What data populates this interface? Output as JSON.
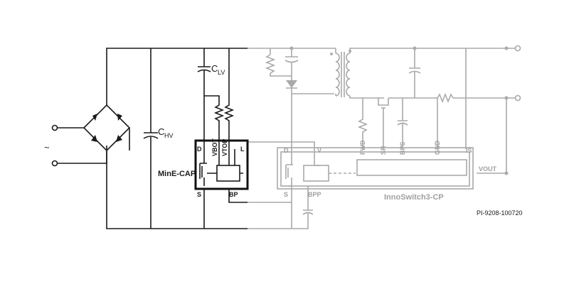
{
  "ac_input": {
    "symbol": "~"
  },
  "capacitors": {
    "chv": {
      "main": "C",
      "sub": "HV"
    },
    "clv": {
      "main": "C",
      "sub": "LV"
    }
  },
  "mine_cap": {
    "name": "MinE-CAP",
    "pins": {
      "d": "D",
      "vbot": "VBOT",
      "vtop": "VTOP",
      "l": "L",
      "s": "S",
      "bp": "BP"
    }
  },
  "innoswitch": {
    "name": "InnoSwitch3-CP",
    "pins": {
      "d": "D",
      "v": "V",
      "fwd": "FWD",
      "sr": "SR",
      "bps": "BPS",
      "gnd": "GND",
      "is": "IS",
      "vout": "VOUT",
      "s": "S",
      "bpp": "BPP"
    }
  },
  "reference": "PI-9208-100720",
  "colors": {
    "primary_side": "#1a1a1a",
    "secondary_side": "#a9a9a9",
    "background": "#ffffff"
  }
}
